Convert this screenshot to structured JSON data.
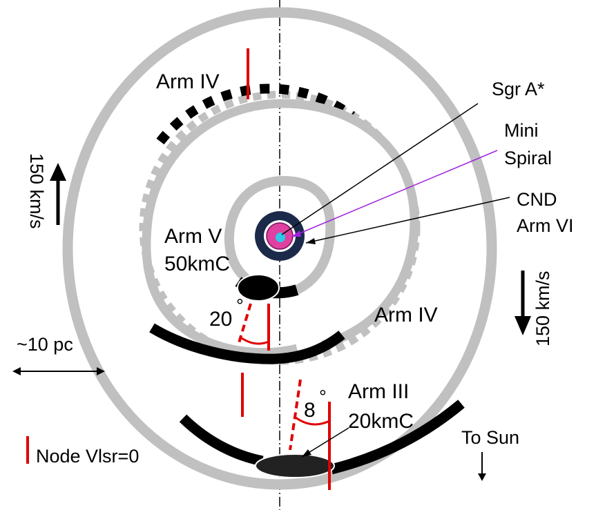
{
  "labels": {
    "arm_iv_top": "Arm IV",
    "sgr_a": "Sgr A*",
    "mini_spiral_line1": "Mini",
    "mini_spiral_line2": "Spiral",
    "cnd_line1": "CND",
    "cnd_line2": "Arm VI",
    "arm_v_line1": "Arm V",
    "arm_v_line2": "50kmC",
    "angle_20": "20",
    "arm_iv_right": "Arm IV",
    "arm_iii_line1": "Arm III",
    "arm_iii_line2": "20kmC",
    "angle_8": "8",
    "to_sun": "To Sun",
    "velocity_left": "150 km/s",
    "velocity_right": "150 km/s",
    "scale": "~10 pc",
    "legend_node": "Node Vlsr=0"
  },
  "colors": {
    "arm_gray": "#c0c0c0",
    "arm_black": "#000000",
    "node_red": "#e00000",
    "cnd_navy": "#1c2a4a",
    "mini_spiral_magenta": "#e040a0",
    "sgr_cyan": "#30c8e8",
    "pointer_purple": "#a020e0"
  }
}
